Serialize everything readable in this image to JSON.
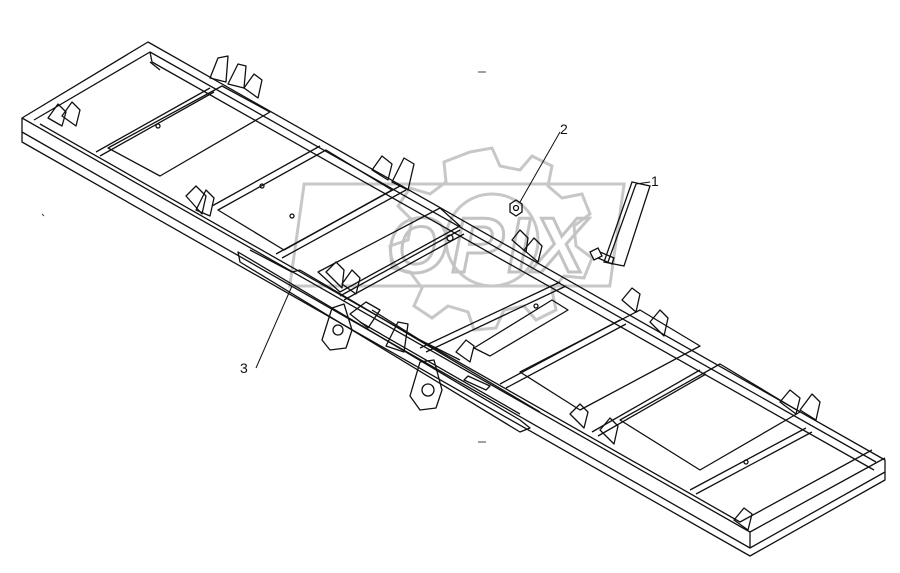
{
  "diagram": {
    "callouts": [
      {
        "id": "1",
        "text": "1"
      },
      {
        "id": "2",
        "text": "2"
      },
      {
        "id": "3",
        "text": "3"
      }
    ],
    "watermark": {
      "text": "OPIX"
    },
    "colors": {
      "line": "#111111",
      "watermark": "#bdbdbd",
      "background": "#ffffff"
    }
  }
}
